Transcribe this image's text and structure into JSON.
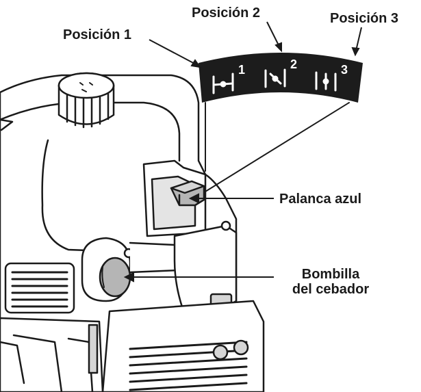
{
  "callouts": {
    "position_1": "Posición 1",
    "position_2": "Posición 2",
    "position_3": "Posición 3",
    "blue_lever": "Palanca azul",
    "primer_bulb_line1": "Bombilla",
    "primer_bulb_line2": "del cebador"
  },
  "decal": {
    "labels": [
      "1",
      "2",
      "3"
    ],
    "background_color": "#1c1c1c",
    "symbol_color": "#ffffff"
  },
  "colors": {
    "line": "#1a1a1a",
    "body_fill": "#ffffff",
    "shade_light": "#d6d6d6",
    "shade_mid": "#b5b5b5"
  }
}
